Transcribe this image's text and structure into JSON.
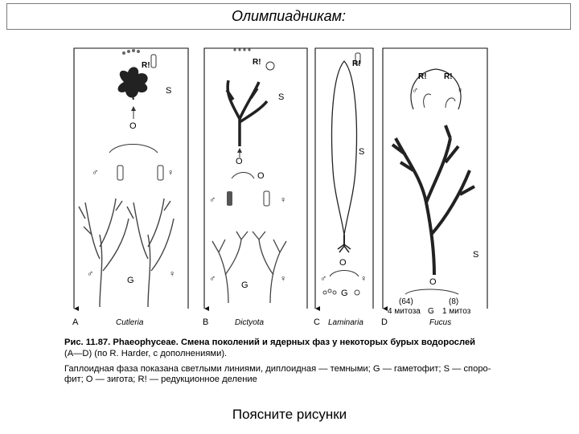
{
  "header": {
    "title": "Олимпиадникам:"
  },
  "figure": {
    "panels": [
      {
        "letter": "A",
        "genus": "Cutleria"
      },
      {
        "letter": "B",
        "genus": "Dictyota"
      },
      {
        "letter": "C",
        "genus": "Laminaria"
      },
      {
        "letter": "D",
        "genus": "Fucus"
      }
    ],
    "labels": {
      "R": "R!",
      "S": "S",
      "O": "O",
      "G": "G",
      "male": "♂",
      "female": "♀",
      "d_64": "(64)",
      "d_8": "(8)",
      "d_4mit": "4 митоза",
      "d_1mit": "1 митоз"
    }
  },
  "caption": {
    "line1": "Рис. 11.87. Phaeophyceae. Смена поколений и ядерных фаз у некоторых бурых водорослей",
    "line2": "(A—D) (по R. Harder, с дополнениями).",
    "line3": "Гаплоидная фаза показана светлыми линиями, диплоидная — темными; G — гаметофит; S — споро-",
    "line4": "фит; O — зигота; R! — редукционное деление"
  },
  "footer": {
    "text": "Поясните рисунки"
  }
}
